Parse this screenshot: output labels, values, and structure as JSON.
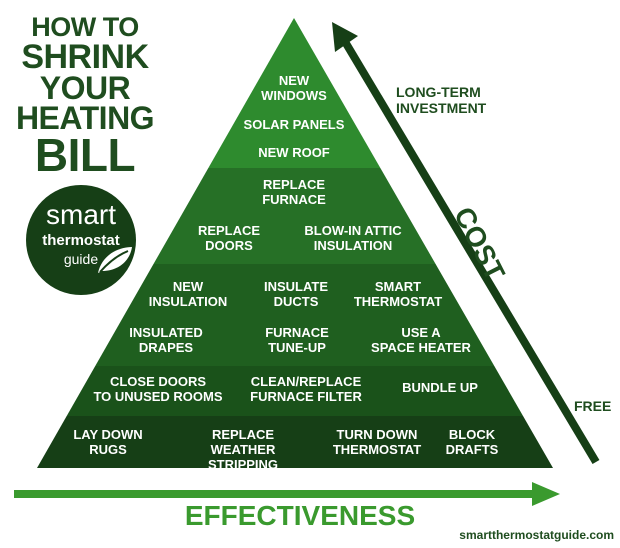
{
  "title": {
    "line1": "HOW TO",
    "line2": "SHRINK",
    "line3": "YOUR",
    "line4": "HEATING",
    "line5": "BILL"
  },
  "logo": {
    "line1": "smart",
    "line2": "thermostat",
    "line3": "guide"
  },
  "colors": {
    "tier1": "#2e8b2e",
    "tier2": "#267026",
    "tier3": "#1f5f1f",
    "tier4": "#1a521a",
    "tier5": "#163f16",
    "dark_text": "#1f4d1f",
    "accent": "#3a9a2e"
  },
  "pyramid": {
    "tier1": {
      "cells": [
        "NEW\nWINDOWS",
        "SOLAR PANELS",
        "NEW ROOF"
      ]
    },
    "tier2": {
      "cells": [
        "REPLACE\nFURNACE",
        "REPLACE\nDOORS",
        "BLOW-IN ATTIC\nINSULATION"
      ]
    },
    "tier3": {
      "cells": [
        "NEW\nINSULATION",
        "INSULATE\nDUCTS",
        "SMART\nTHERMOSTAT",
        "INSULATED\nDRAPES",
        "FURNACE\nTUNE-UP",
        "USE A\nSPACE HEATER"
      ]
    },
    "tier4": {
      "cells": [
        "CLOSE DOORS\nTO UNUSED ROOMS",
        "CLEAN/REPLACE\nFURNACE FILTER",
        "BUNDLE UP"
      ]
    },
    "tier5": {
      "cells": [
        "LAY DOWN\nRUGS",
        "REPLACE WEATHER\nSTRIPPING",
        "TURN DOWN\nTHERMOSTAT",
        "BLOCK\nDRAFTS"
      ]
    }
  },
  "axes": {
    "top_label": "LONG-TERM\nINVESTMENT",
    "cost_label": "COST",
    "bottom_label": "FREE",
    "effectiveness_label": "EFFECTIVENESS"
  },
  "footer": {
    "url": "smartthermostatguide.com"
  }
}
